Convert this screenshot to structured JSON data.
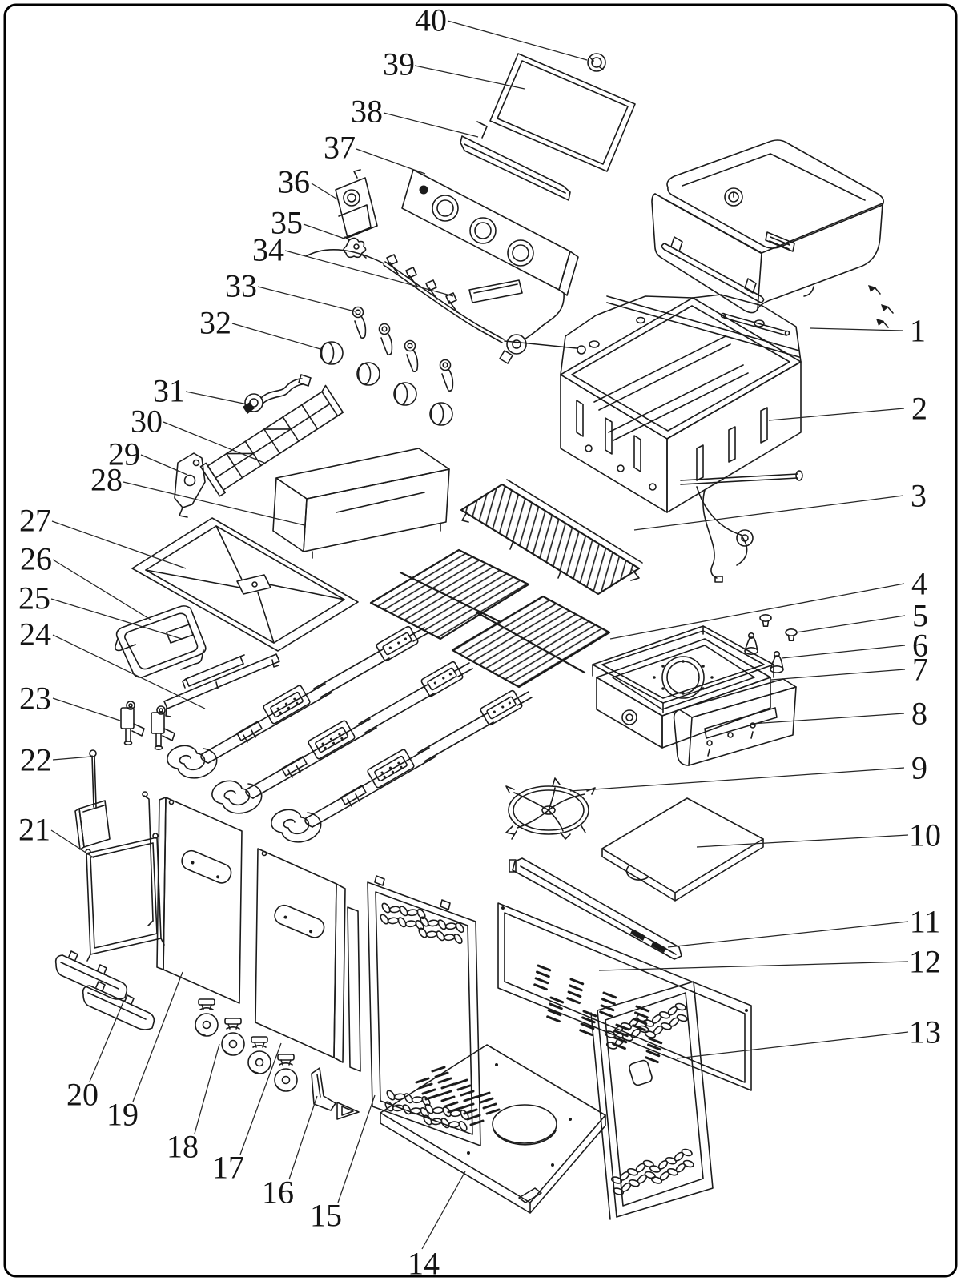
{
  "diagram": {
    "labels": [
      "1",
      "2",
      "3",
      "4",
      "5",
      "6",
      "7",
      "8",
      "9",
      "10",
      "11",
      "12",
      "13",
      "14",
      "15",
      "16",
      "17",
      "18",
      "19",
      "20",
      "21",
      "22",
      "23",
      "24",
      "25",
      "26",
      "27",
      "28",
      "29",
      "30",
      "31",
      "32",
      "33",
      "34",
      "35",
      "36",
      "37",
      "38",
      "39",
      "40"
    ]
  },
  "style": {
    "background": "#ffffff",
    "line_color": "#1b1b1b",
    "label_color": "#141414"
  }
}
